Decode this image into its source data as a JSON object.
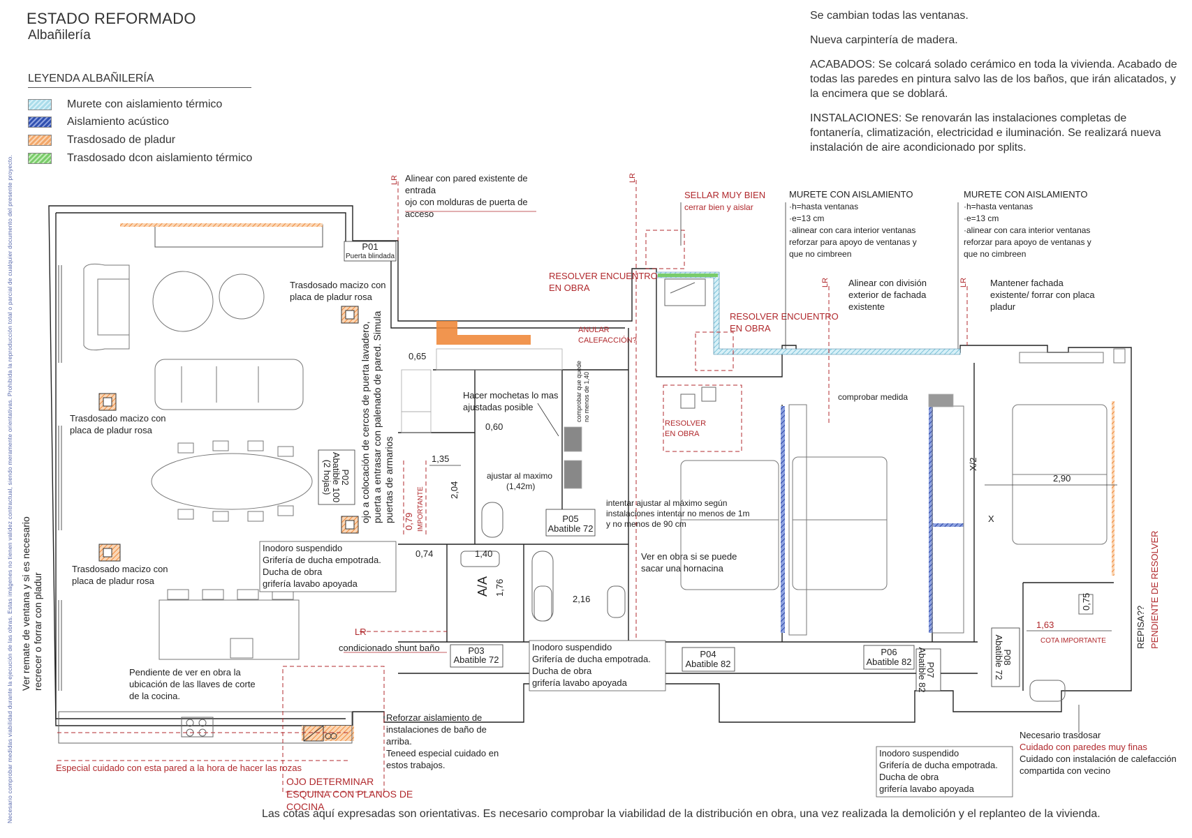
{
  "header": {
    "title": "ESTADO REFORMADO",
    "subtitle": "Albañilería"
  },
  "legend": {
    "title": "LEYENDA ALBAÑILERÍA",
    "items": [
      {
        "label": "Murete con aislamiento térmico",
        "color": "#a9dcea"
      },
      {
        "label": "Aislamiento acústico",
        "color": "#3050b0"
      },
      {
        "label": "Trasdosado de pladur",
        "color": "#f2a76a"
      },
      {
        "label": "Trasdosado dcon aislamiento térmico",
        "color": "#7acc6a"
      }
    ]
  },
  "notes": {
    "windows": "Se cambian todas las ventanas.",
    "carpentry": "Nueva carpintería de madera.",
    "finishes": "ACABADOS: Se colcará solado cerámico en toda la vivienda. Acabado de todas las paredes en pintura salvo las de los baños, que irán alicatados, y la encimera que se doblará.",
    "installations": "INSTALACIONES: Se renovarán las instalaciones completas de fontanería, climatización, electricidad e iluminación. Se realizará nueva instalación de aire acondicionado por splits."
  },
  "side_note": "Necesario comprobar medidas viabilidad durante la ejecución de las obras. Estas imágenes no tienen validez contractual, siendo meramente orientativas. Prohibida la reproducción total o parcial de cualquier documento del presente proyecto.",
  "footer": "Las cotas aquí expresadas son orientativas. Es necesario comprobar la viabilidad de la distribución en obra, una vez realizada la demolición y el replanteo de la vivienda.",
  "annotations": {
    "align_wall": [
      "Alinear con pared existente de",
      "entrada",
      "ojo con molduras de puerta de",
      "acceso"
    ],
    "seal": [
      "SELLAR MUY BIEN",
      "cerrar bien y aislar"
    ],
    "murete_1": [
      "MURETE CON AISLAMIENTO",
      "·h=hasta ventanas",
      "·e=13 cm",
      "·alinear con cara interior ventanas",
      "reforzar para apoyo de ventanas y",
      "que no cimbreen"
    ],
    "murete_2": [
      "MURETE CON AISLAMIENTO",
      "·h=hasta ventanas",
      "·e=13 cm",
      "·alinear con cara interior ventanas",
      "reforzar para apoyo de ventanas y",
      "que no cimbreen"
    ],
    "resolver_1": [
      "RESOLVER ENCUENTRO",
      "EN OBRA"
    ],
    "resolver_2": [
      "RESOLVER ENCUENTRO",
      "EN OBRA"
    ],
    "resolver_3": [
      "RESOLVER",
      "EN OBRA"
    ],
    "align_div": [
      "Alinear con división",
      "exterior de fachada",
      "existente"
    ],
    "keep_facade": [
      "Mantener fachada",
      "existente/ forrar con placa",
      "pladur"
    ],
    "trasdosado_1": [
      "Trasdosado macizo con",
      "placa de pladur rosa"
    ],
    "trasdosado_2": [
      "Trasdosado macizo con",
      "placa de pladur rosa"
    ],
    "trasdosado_3": [
      "Trasdosado macizo con",
      "placa de pladur rosa"
    ],
    "anular": [
      "ANULAR",
      "CALEFACCIÓN?"
    ],
    "mochetas": [
      "Hacer mochetas lo mas",
      "ajustadas posible"
    ],
    "ajustar": [
      "ajustar al maximo",
      "(1,42m)"
    ],
    "comprobar_medida": "comprobar medida",
    "intentar": [
      "intentar ajustar al máximo según",
      "instalaciones intentar no menos de 1m",
      "y no menos de 90 cm"
    ],
    "hornacina": [
      "Ver en obra si se puede",
      "sacar una hornacina"
    ],
    "ojo_cercos": [
      "ojo a colocación de cercos de puerta lavadero,",
      "puerta a entrasar con palenado de pared. Simula",
      "puertas de armarios"
    ],
    "bath_1": [
      "Inodoro suspendido",
      "Grifería de ducha empotrada.",
      "Ducha de obra",
      "grifería lavabo apoyada"
    ],
    "bath_2": [
      "Inodoro suspendido",
      "Grifería de ducha empotrada.",
      "Ducha de obra",
      "grifería lavabo apoyada"
    ],
    "bath_3": [
      "Inodoro suspendido",
      "Grifería de ducha empotrada.",
      "Ducha de obra",
      "grifería lavabo apoyada"
    ],
    "shunt": "condicionado shunt baño",
    "llaves": [
      "Pendiente de ver en obra la",
      "ubicación de las llaves de corte",
      "de la cocina."
    ],
    "remate": [
      "Ver remate de ventana y si es necesario",
      "recrecer o forrar con pladur"
    ],
    "especial": "Especial cuidado con esta pared a la hora de hacer las rozas",
    "ojo_esquina": [
      "OJO DETERMINAR",
      "ESQUINA CON PLANOS DE",
      "COCINA"
    ],
    "reforzar": [
      "Reforzar aislamiento de",
      "instalaciones de baño de",
      "arriba.",
      "Teneed especial cuidado en",
      "estos trabajos."
    ],
    "trasdosar": [
      "Necesario trasdosar",
      "Cuidado con paredes muy finas",
      "Cuidado con instalación de calefacción",
      "compartida con vecino"
    ],
    "pendiente_resolver": "PENDIENTE DE RESOLVER",
    "repisa": "REPISA??",
    "cota_importante": "COTA IMPORTANTE",
    "importante": "IMPORTANTE",
    "comprobar_vertical": [
      "comprobar  que quede",
      "no menos de 1,40"
    ],
    "aa": "A/A",
    "lr": "LR"
  },
  "doors": [
    {
      "code": "P01",
      "desc": "Puerta blindada"
    },
    {
      "code": "P02",
      "desc": "Abatible 100",
      "extra": "(2 hojas)"
    },
    {
      "code": "P03",
      "desc": "Abatible 72"
    },
    {
      "code": "P04",
      "desc": "Abatible 82"
    },
    {
      "code": "P05",
      "desc": "Abatible 72"
    },
    {
      "code": "P06",
      "desc": "Abatible 82"
    },
    {
      "code": "P07",
      "desc": "Abatible 82"
    },
    {
      "code": "P08",
      "desc": "Abatible 72"
    }
  ],
  "dimensions": [
    "0,65",
    "0,60",
    "1,35",
    "2,04",
    "0,79",
    "0,74",
    "1,40",
    "1,76",
    "2,16",
    "2,90",
    "1,63",
    "0,75",
    "X/2",
    "X"
  ]
}
